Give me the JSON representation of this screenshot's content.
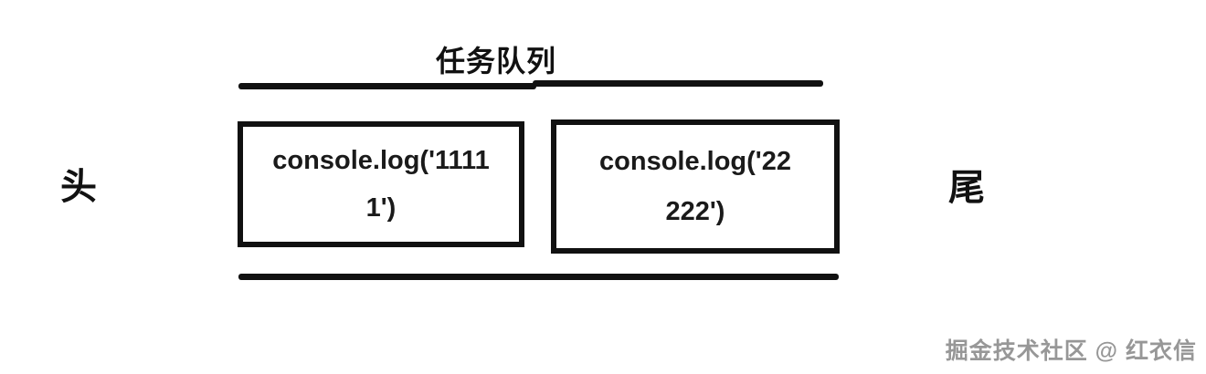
{
  "title": "任务队列",
  "labels": {
    "head": "头",
    "tail": "尾"
  },
  "queue": {
    "tasks": [
      {
        "full_text": "console.log('11111')",
        "lines": [
          "console.log('1111",
          "1')"
        ]
      },
      {
        "full_text": "console.log('22222')",
        "lines": [
          "console.log('22",
          "222')"
        ]
      }
    ]
  },
  "watermark": "掘金技术社区 @ 红衣信",
  "colors": {
    "background": "#ffffff",
    "ink": "#111111",
    "watermark": "#979797"
  }
}
